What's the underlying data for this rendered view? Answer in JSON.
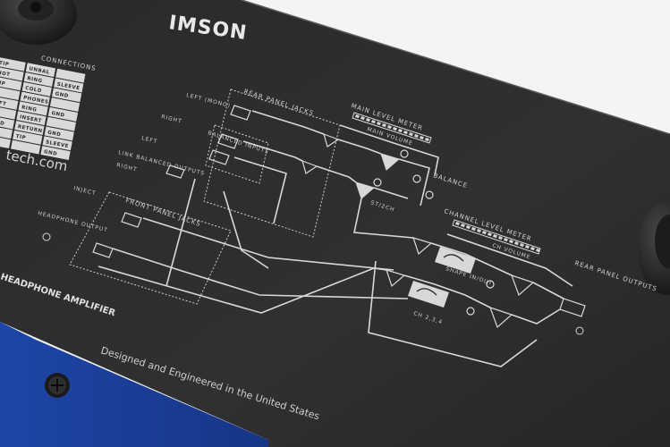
{
  "brand": "IMSON",
  "website": "tech.com",
  "model": "HEADPHONE AMPLIFIER",
  "designed": "Designed and Engineered in the United States",
  "connections": {
    "title": "CONNECTIONS",
    "rows": [
      [
        "TIP",
        "UNBAL",
        ""
      ],
      [
        "HOT",
        "RING",
        "SLEEVE"
      ],
      [
        "TIP",
        "COLD",
        "GND"
      ],
      [
        "",
        "PHONES",
        ""
      ],
      [
        "LEFT",
        "RING",
        "GND"
      ],
      [
        "",
        "INSERT",
        ""
      ],
      [
        "SEND",
        "RETURN",
        "GND"
      ],
      [
        "",
        "TIP",
        "SLEEVE"
      ],
      [
        "",
        "",
        "GND"
      ]
    ]
  },
  "diagram": {
    "rear_panel_jacks": "REAR PANEL JACKS",
    "front_panel_jacks": "FRONT PANEL JACKS",
    "balanced_inputs": "BALANCED INPUTS",
    "link_balanced_outputs": "LINK BALANCED OUTPUTS",
    "left_mono": "LEFT (MONO)",
    "right": "RIGHT",
    "left": "LEFT",
    "inject": "INJECT",
    "headphone_output": "HEADPHONE OUTPUT",
    "main_level_meter": "MAIN LEVEL METER",
    "main_volume": "MAIN VOLUME",
    "st_2ch": "ST/2CH",
    "balance": "BALANCE",
    "channel_level_meter": "CHANNEL LEVEL METER",
    "ch_volume": "CH VOLUME",
    "shape_in_out": "SHAPE IN/OUT",
    "ch_234": "CH 2,3,4",
    "rear_panel_outputs": "REAR PANEL OUTPUTS"
  },
  "colors": {
    "panel": "#2c2c2e",
    "blue_housing": "#1b3f9c",
    "background": "#f4f4f4",
    "ink": "#d8d8d8"
  }
}
